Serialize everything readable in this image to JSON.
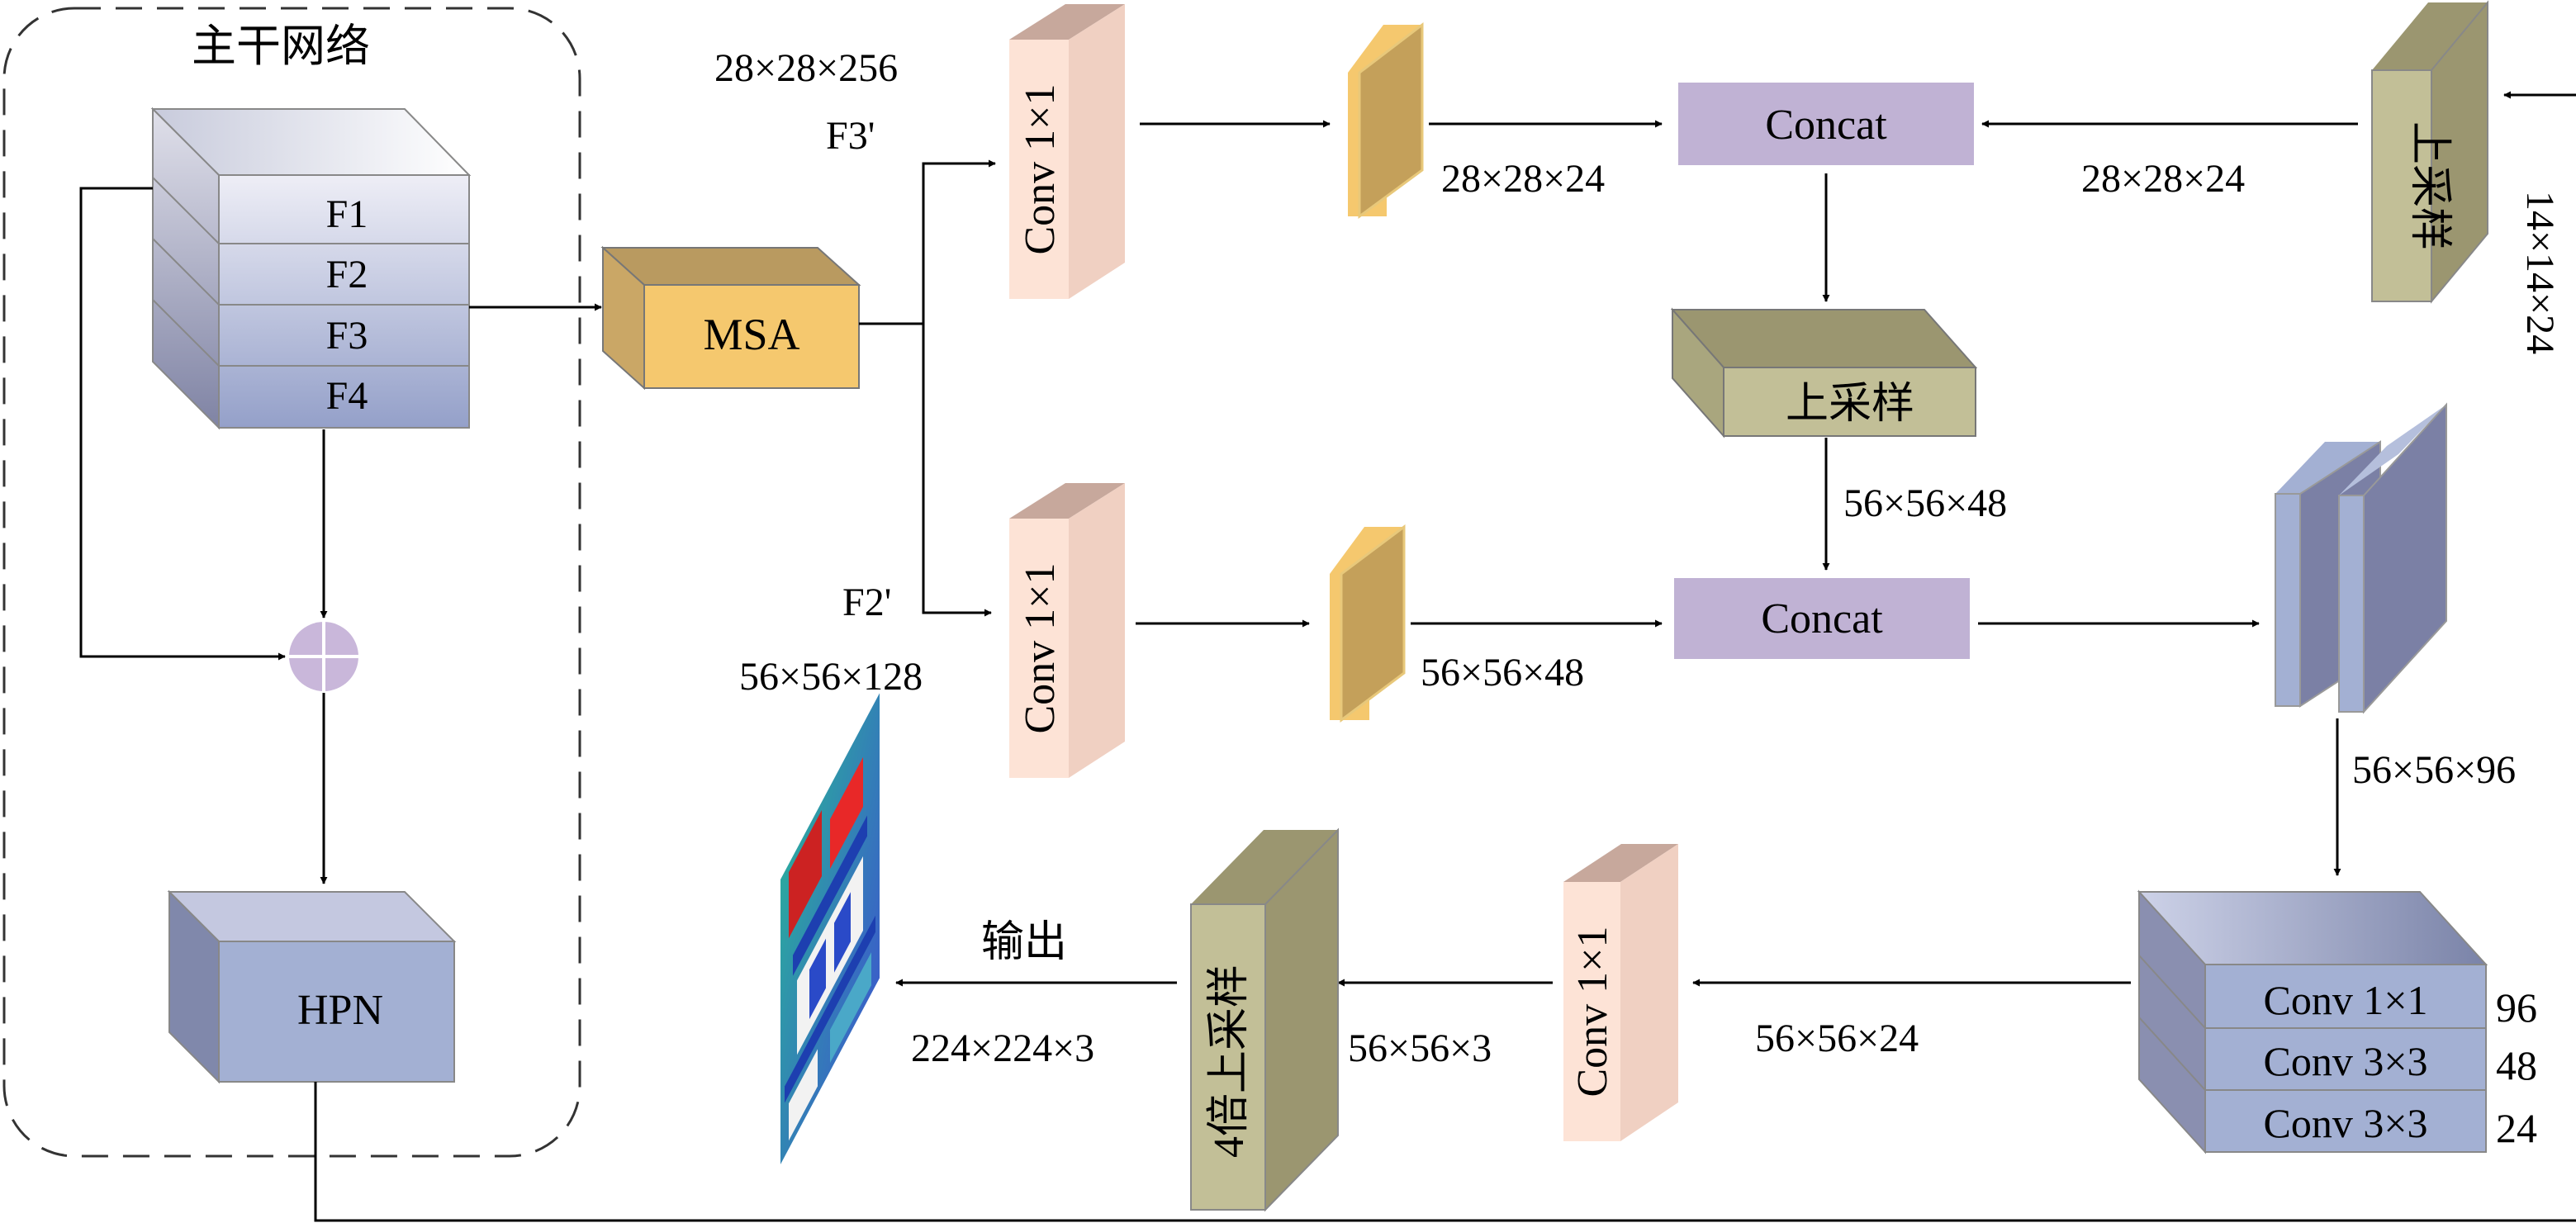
{
  "backbone": {
    "title": "主干网络",
    "feature_stack": [
      "F1",
      "F2",
      "F3",
      "F4"
    ],
    "hpn_label": "HPN"
  },
  "msa": {
    "label": "MSA"
  },
  "top_branch": {
    "input_dim": "28×28×256",
    "input_name": "F3'",
    "conv_label": "Conv 1×1",
    "out_dim": "28×28×24",
    "concat_label": "Concat",
    "upsample_in_dim": "28×28×24",
    "upsample_label": "上采样",
    "side_dim": "14×14×24"
  },
  "middle": {
    "upsample_label": "上采样",
    "upsample_out_dim": "56×56×48"
  },
  "bottom_branch": {
    "input_name": "F2'",
    "input_dim": "56×56×128",
    "conv_label": "Conv 1×1",
    "out_dim": "56×56×48",
    "concat_label": "Concat",
    "concat_out_dim": "56×56×96"
  },
  "conv_stack": {
    "rows": [
      {
        "label": "Conv 1×1",
        "channels": "96"
      },
      {
        "label": "Conv 3×3",
        "channels": "48"
      },
      {
        "label": "Conv 3×3",
        "channels": "24"
      }
    ],
    "out_dim": "56×56×24"
  },
  "final": {
    "conv_label": "Conv 1×1",
    "conv_out_dim": "56×56×3",
    "upsample4_label": "4倍上采样",
    "output_dim": "224×224×3",
    "output_label": "输出"
  },
  "colors": {
    "msa_front": "#f5c86e",
    "msa_top": "#b99a60",
    "concat": "#c0b2d4",
    "conv_front": "#fde3d6",
    "conv_top": "#c7a89c",
    "feature_gold": "#c4a05a",
    "upsample_front": "#c2bf97",
    "upsample_side": "#9b9670",
    "blue_front": "#a3b0d3",
    "blue_side": "#7b80a5",
    "plus_node": "#c9b7da"
  }
}
